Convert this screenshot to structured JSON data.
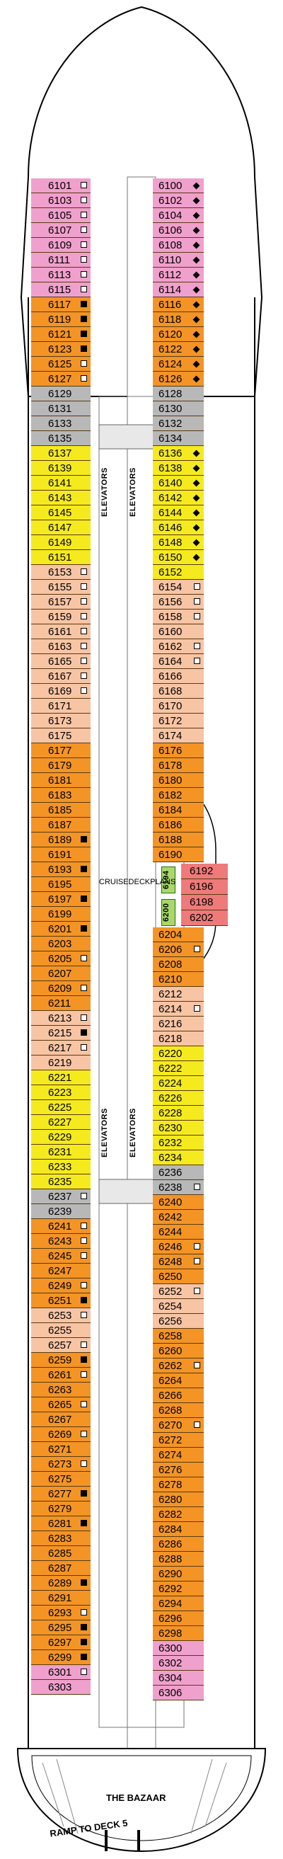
{
  "labels": {
    "elevators": "ELEVATORS",
    "watermark": "CRUISEDECKPLANS",
    "bazaar": "THE BAZAAR",
    "ramp": "RAMP TO DECK 5"
  },
  "legend_colors": {
    "deluxe_pink": "#f0a0cc",
    "orange_veranda": "#f39425",
    "yellow_oceanview": "#f5ea1e",
    "salmon_interior": "#f7c4a4",
    "grey_accessible": "#b8b8b8",
    "red_suite": "#ee7a7a",
    "green_tag": "#a8d86a"
  },
  "cabins_left": [
    {
      "n": "6101",
      "c": "pink",
      "i": "sq"
    },
    {
      "n": "6103",
      "c": "pink",
      "i": "sq"
    },
    {
      "n": "6105",
      "c": "pink",
      "i": "sq"
    },
    {
      "n": "6107",
      "c": "pink",
      "i": "sq"
    },
    {
      "n": "6109",
      "c": "pink",
      "i": "sq"
    },
    {
      "n": "6111",
      "c": "pink",
      "i": "sq"
    },
    {
      "n": "6113",
      "c": "pink",
      "i": "sq"
    },
    {
      "n": "6115",
      "c": "pink",
      "i": "sq"
    },
    {
      "n": "6117",
      "c": "orange",
      "i": "bk"
    },
    {
      "n": "6119",
      "c": "orange",
      "i": "bk"
    },
    {
      "n": "6121",
      "c": "orange",
      "i": "bk"
    },
    {
      "n": "6123",
      "c": "orange",
      "i": "bk"
    },
    {
      "n": "6125",
      "c": "orange",
      "i": "sq"
    },
    {
      "n": "6127",
      "c": "orange",
      "i": "sq"
    },
    {
      "n": "6129",
      "c": "grey",
      "i": ""
    },
    {
      "n": "6131",
      "c": "grey",
      "i": ""
    },
    {
      "n": "6133",
      "c": "grey",
      "i": ""
    },
    {
      "n": "6135",
      "c": "grey",
      "i": ""
    },
    {
      "n": "6137",
      "c": "yellow",
      "i": ""
    },
    {
      "n": "6139",
      "c": "yellow",
      "i": ""
    },
    {
      "n": "6141",
      "c": "yellow",
      "i": ""
    },
    {
      "n": "6143",
      "c": "yellow",
      "i": ""
    },
    {
      "n": "6145",
      "c": "yellow",
      "i": ""
    },
    {
      "n": "6147",
      "c": "yellow",
      "i": ""
    },
    {
      "n": "6149",
      "c": "yellow",
      "i": ""
    },
    {
      "n": "6151",
      "c": "yellow",
      "i": ""
    },
    {
      "n": "6153",
      "c": "salmon",
      "i": "sq"
    },
    {
      "n": "6155",
      "c": "salmon",
      "i": "sq"
    },
    {
      "n": "6157",
      "c": "salmon",
      "i": "sq"
    },
    {
      "n": "6159",
      "c": "salmon",
      "i": "sq"
    },
    {
      "n": "6161",
      "c": "salmon",
      "i": "sq"
    },
    {
      "n": "6163",
      "c": "salmon",
      "i": "sq"
    },
    {
      "n": "6165",
      "c": "salmon",
      "i": "sq"
    },
    {
      "n": "6167",
      "c": "salmon",
      "i": "sq"
    },
    {
      "n": "6169",
      "c": "salmon",
      "i": "sq"
    },
    {
      "n": "6171",
      "c": "salmon",
      "i": ""
    },
    {
      "n": "6173",
      "c": "salmon",
      "i": ""
    },
    {
      "n": "6175",
      "c": "salmon",
      "i": ""
    },
    {
      "n": "6177",
      "c": "orange",
      "i": ""
    },
    {
      "n": "6179",
      "c": "orange",
      "i": ""
    },
    {
      "n": "6181",
      "c": "orange",
      "i": ""
    },
    {
      "n": "6183",
      "c": "orange",
      "i": ""
    },
    {
      "n": "6185",
      "c": "orange",
      "i": ""
    },
    {
      "n": "6187",
      "c": "orange",
      "i": ""
    },
    {
      "n": "6189",
      "c": "orange",
      "i": "bk"
    },
    {
      "n": "6191",
      "c": "orange",
      "i": ""
    },
    {
      "n": "6193",
      "c": "orange",
      "i": "bk"
    },
    {
      "n": "6195",
      "c": "orange",
      "i": ""
    },
    {
      "n": "6197",
      "c": "orange",
      "i": "bk"
    },
    {
      "n": "6199",
      "c": "orange",
      "i": ""
    },
    {
      "n": "6201",
      "c": "orange",
      "i": "bk"
    },
    {
      "n": "6203",
      "c": "orange",
      "i": ""
    },
    {
      "n": "6205",
      "c": "orange",
      "i": "sq"
    },
    {
      "n": "6207",
      "c": "orange",
      "i": ""
    },
    {
      "n": "6209",
      "c": "orange",
      "i": "sq"
    },
    {
      "n": "6211",
      "c": "orange",
      "i": ""
    },
    {
      "n": "6213",
      "c": "salmon",
      "i": "sq"
    },
    {
      "n": "6215",
      "c": "salmon",
      "i": "bk"
    },
    {
      "n": "6217",
      "c": "salmon",
      "i": "sq"
    },
    {
      "n": "6219",
      "c": "salmon",
      "i": ""
    },
    {
      "n": "6221",
      "c": "yellow",
      "i": ""
    },
    {
      "n": "6223",
      "c": "yellow",
      "i": ""
    },
    {
      "n": "6225",
      "c": "yellow",
      "i": ""
    },
    {
      "n": "6227",
      "c": "yellow",
      "i": ""
    },
    {
      "n": "6229",
      "c": "yellow",
      "i": ""
    },
    {
      "n": "6231",
      "c": "yellow",
      "i": ""
    },
    {
      "n": "6233",
      "c": "yellow",
      "i": ""
    },
    {
      "n": "6235",
      "c": "yellow",
      "i": ""
    },
    {
      "n": "6237",
      "c": "grey",
      "i": "sq"
    },
    {
      "n": "6239",
      "c": "grey",
      "i": ""
    },
    {
      "n": "6241",
      "c": "orange",
      "i": "sq"
    },
    {
      "n": "6243",
      "c": "orange",
      "i": "sq"
    },
    {
      "n": "6245",
      "c": "orange",
      "i": "sq"
    },
    {
      "n": "6247",
      "c": "orange",
      "i": ""
    },
    {
      "n": "6249",
      "c": "orange",
      "i": "sq"
    },
    {
      "n": "6251",
      "c": "orange",
      "i": "bk"
    },
    {
      "n": "6253",
      "c": "salmon",
      "i": "sq"
    },
    {
      "n": "6255",
      "c": "salmon",
      "i": ""
    },
    {
      "n": "6257",
      "c": "salmon",
      "i": "sq"
    },
    {
      "n": "6259",
      "c": "orange",
      "i": "bk"
    },
    {
      "n": "6261",
      "c": "orange",
      "i": "sq"
    },
    {
      "n": "6263",
      "c": "orange",
      "i": ""
    },
    {
      "n": "6265",
      "c": "orange",
      "i": "sq"
    },
    {
      "n": "6267",
      "c": "orange",
      "i": ""
    },
    {
      "n": "6269",
      "c": "orange",
      "i": "sq"
    },
    {
      "n": "6271",
      "c": "orange",
      "i": ""
    },
    {
      "n": "6273",
      "c": "orange",
      "i": "sq"
    },
    {
      "n": "6275",
      "c": "orange",
      "i": ""
    },
    {
      "n": "6277",
      "c": "orange",
      "i": "bk"
    },
    {
      "n": "6279",
      "c": "orange",
      "i": ""
    },
    {
      "n": "6281",
      "c": "orange",
      "i": "bk"
    },
    {
      "n": "6283",
      "c": "orange",
      "i": ""
    },
    {
      "n": "6285",
      "c": "orange",
      "i": ""
    },
    {
      "n": "6287",
      "c": "orange",
      "i": ""
    },
    {
      "n": "6289",
      "c": "orange",
      "i": "bk"
    },
    {
      "n": "6291",
      "c": "orange",
      "i": ""
    },
    {
      "n": "6293",
      "c": "orange",
      "i": "sq"
    },
    {
      "n": "6295",
      "c": "orange",
      "i": "bk"
    },
    {
      "n": "6297",
      "c": "orange",
      "i": "bk"
    },
    {
      "n": "6299",
      "c": "orange",
      "i": "bk"
    },
    {
      "n": "6301",
      "c": "pink",
      "i": "sq"
    },
    {
      "n": "6303",
      "c": "pink",
      "i": ""
    }
  ],
  "cabins_right": [
    {
      "n": "6100",
      "c": "pink",
      "i": "dm"
    },
    {
      "n": "6102",
      "c": "pink",
      "i": "dm"
    },
    {
      "n": "6104",
      "c": "pink",
      "i": "dm"
    },
    {
      "n": "6106",
      "c": "pink",
      "i": "dm"
    },
    {
      "n": "6108",
      "c": "pink",
      "i": "dm"
    },
    {
      "n": "6110",
      "c": "pink",
      "i": "dm"
    },
    {
      "n": "6112",
      "c": "pink",
      "i": "dm"
    },
    {
      "n": "6114",
      "c": "pink",
      "i": "dm"
    },
    {
      "n": "6116",
      "c": "orange",
      "i": "dm"
    },
    {
      "n": "6118",
      "c": "orange",
      "i": "dm"
    },
    {
      "n": "6120",
      "c": "orange",
      "i": "dm"
    },
    {
      "n": "6122",
      "c": "orange",
      "i": "dm"
    },
    {
      "n": "6124",
      "c": "orange",
      "i": "dm"
    },
    {
      "n": "6126",
      "c": "orange",
      "i": "dm"
    },
    {
      "n": "6128",
      "c": "grey",
      "i": ""
    },
    {
      "n": "6130",
      "c": "grey",
      "i": ""
    },
    {
      "n": "6132",
      "c": "grey",
      "i": ""
    },
    {
      "n": "6134",
      "c": "grey",
      "i": ""
    },
    {
      "n": "6136",
      "c": "yellow",
      "i": "dm"
    },
    {
      "n": "6138",
      "c": "yellow",
      "i": "dm"
    },
    {
      "n": "6140",
      "c": "yellow",
      "i": "dm"
    },
    {
      "n": "6142",
      "c": "yellow",
      "i": "dm"
    },
    {
      "n": "6144",
      "c": "yellow",
      "i": "dm"
    },
    {
      "n": "6146",
      "c": "yellow",
      "i": "dm"
    },
    {
      "n": "6148",
      "c": "yellow",
      "i": "dm"
    },
    {
      "n": "6150",
      "c": "yellow",
      "i": "dm"
    },
    {
      "n": "6152",
      "c": "yellow",
      "i": ""
    },
    {
      "n": "6154",
      "c": "salmon",
      "i": "sq"
    },
    {
      "n": "6156",
      "c": "salmon",
      "i": "sq"
    },
    {
      "n": "6158",
      "c": "salmon",
      "i": "sq"
    },
    {
      "n": "6160",
      "c": "salmon",
      "i": ""
    },
    {
      "n": "6162",
      "c": "salmon",
      "i": "sq"
    },
    {
      "n": "6164",
      "c": "salmon",
      "i": "sq"
    },
    {
      "n": "6166",
      "c": "salmon",
      "i": ""
    },
    {
      "n": "6168",
      "c": "salmon",
      "i": ""
    },
    {
      "n": "6170",
      "c": "salmon",
      "i": ""
    },
    {
      "n": "6172",
      "c": "salmon",
      "i": ""
    },
    {
      "n": "6174",
      "c": "salmon",
      "i": ""
    },
    {
      "n": "6176",
      "c": "orange",
      "i": ""
    },
    {
      "n": "6178",
      "c": "orange",
      "i": ""
    },
    {
      "n": "6180",
      "c": "orange",
      "i": ""
    },
    {
      "n": "6182",
      "c": "orange",
      "i": ""
    },
    {
      "n": "6184",
      "c": "orange",
      "i": ""
    },
    {
      "n": "6186",
      "c": "orange",
      "i": ""
    },
    {
      "n": "6188",
      "c": "orange",
      "i": ""
    },
    {
      "n": "6190",
      "c": "orange",
      "i": ""
    },
    {
      "n": "6204",
      "c": "orange",
      "i": ""
    },
    {
      "n": "6206",
      "c": "orange",
      "i": "sq"
    },
    {
      "n": "6208",
      "c": "orange",
      "i": ""
    },
    {
      "n": "6210",
      "c": "orange",
      "i": ""
    },
    {
      "n": "6212",
      "c": "salmon",
      "i": ""
    },
    {
      "n": "6214",
      "c": "salmon",
      "i": "sq"
    },
    {
      "n": "6216",
      "c": "salmon",
      "i": ""
    },
    {
      "n": "6218",
      "c": "salmon",
      "i": ""
    },
    {
      "n": "6220",
      "c": "yellow",
      "i": ""
    },
    {
      "n": "6222",
      "c": "yellow",
      "i": ""
    },
    {
      "n": "6224",
      "c": "yellow",
      "i": ""
    },
    {
      "n": "6226",
      "c": "yellow",
      "i": ""
    },
    {
      "n": "6228",
      "c": "yellow",
      "i": ""
    },
    {
      "n": "6230",
      "c": "yellow",
      "i": ""
    },
    {
      "n": "6232",
      "c": "yellow",
      "i": ""
    },
    {
      "n": "6234",
      "c": "yellow",
      "i": ""
    },
    {
      "n": "6236",
      "c": "grey",
      "i": ""
    },
    {
      "n": "6238",
      "c": "grey",
      "i": "sq"
    },
    {
      "n": "6240",
      "c": "orange",
      "i": ""
    },
    {
      "n": "6242",
      "c": "orange",
      "i": ""
    },
    {
      "n": "6244",
      "c": "orange",
      "i": ""
    },
    {
      "n": "6246",
      "c": "orange",
      "i": "sq"
    },
    {
      "n": "6248",
      "c": "orange",
      "i": "sq"
    },
    {
      "n": "6250",
      "c": "orange",
      "i": ""
    },
    {
      "n": "6252",
      "c": "salmon",
      "i": "sq"
    },
    {
      "n": "6254",
      "c": "salmon",
      "i": ""
    },
    {
      "n": "6256",
      "c": "salmon",
      "i": ""
    },
    {
      "n": "6258",
      "c": "orange",
      "i": ""
    },
    {
      "n": "6260",
      "c": "orange",
      "i": ""
    },
    {
      "n": "6262",
      "c": "orange",
      "i": "sq"
    },
    {
      "n": "6264",
      "c": "orange",
      "i": ""
    },
    {
      "n": "6266",
      "c": "orange",
      "i": ""
    },
    {
      "n": "6268",
      "c": "orange",
      "i": ""
    },
    {
      "n": "6270",
      "c": "orange",
      "i": "sq"
    },
    {
      "n": "6272",
      "c": "orange",
      "i": ""
    },
    {
      "n": "6274",
      "c": "orange",
      "i": ""
    },
    {
      "n": "6276",
      "c": "orange",
      "i": ""
    },
    {
      "n": "6278",
      "c": "orange",
      "i": ""
    },
    {
      "n": "6280",
      "c": "orange",
      "i": ""
    },
    {
      "n": "6282",
      "c": "orange",
      "i": ""
    },
    {
      "n": "6284",
      "c": "orange",
      "i": ""
    },
    {
      "n": "6286",
      "c": "orange",
      "i": ""
    },
    {
      "n": "6288",
      "c": "orange",
      "i": ""
    },
    {
      "n": "6290",
      "c": "orange",
      "i": ""
    },
    {
      "n": "6292",
      "c": "orange",
      "i": ""
    },
    {
      "n": "6294",
      "c": "orange",
      "i": ""
    },
    {
      "n": "6296",
      "c": "orange",
      "i": ""
    },
    {
      "n": "6298",
      "c": "orange",
      "i": ""
    },
    {
      "n": "6300",
      "c": "pink",
      "i": ""
    },
    {
      "n": "6302",
      "c": "pink",
      "i": ""
    },
    {
      "n": "6304",
      "c": "pink",
      "i": ""
    },
    {
      "n": "6306",
      "c": "pink",
      "i": ""
    }
  ],
  "suites": [
    {
      "n": "6192"
    },
    {
      "n": "6196"
    },
    {
      "n": "6198"
    },
    {
      "n": "6202"
    }
  ],
  "green_tags": [
    {
      "n": "6194"
    },
    {
      "n": "6200"
    }
  ]
}
